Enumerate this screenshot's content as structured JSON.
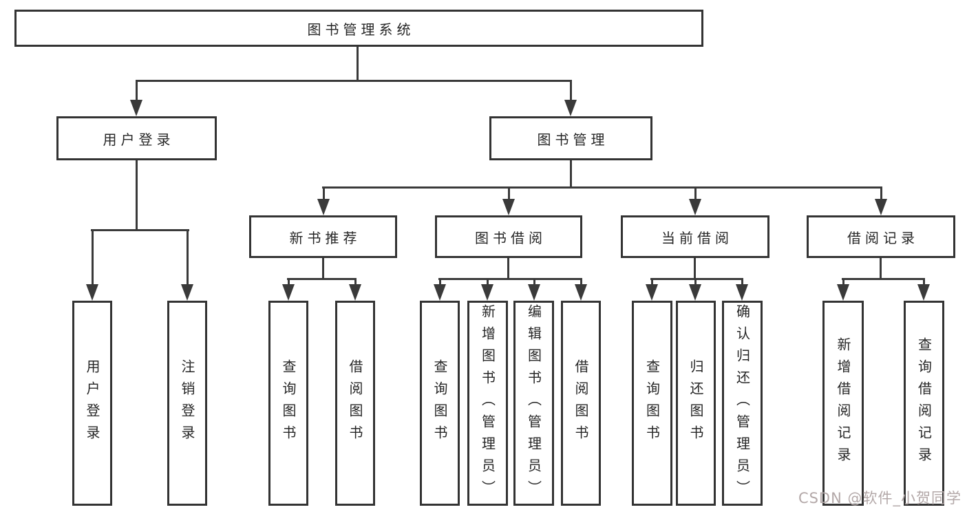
{
  "diagram": {
    "title": "图书管理系统",
    "root": {
      "label": "图书管理系统"
    },
    "branches": [
      {
        "label": "用户登录",
        "children": [
          {
            "label": "用户登录"
          },
          {
            "label": "注销登录"
          }
        ]
      },
      {
        "label": "图书管理",
        "children": [
          {
            "label": "新书推荐",
            "children": [
              {
                "label": "查询图书"
              },
              {
                "label": "借阅图书"
              }
            ]
          },
          {
            "label": "图书借阅",
            "children": [
              {
                "label": "查询图书"
              },
              {
                "label": "新增图书（管理员）"
              },
              {
                "label": "编辑图书（管理员）"
              },
              {
                "label": "借阅图书"
              }
            ]
          },
          {
            "label": "当前借阅",
            "children": [
              {
                "label": "查询图书"
              },
              {
                "label": "归还图书"
              },
              {
                "label": "确认归还（管理员）"
              }
            ]
          },
          {
            "label": "借阅记录",
            "children": [
              {
                "label": "新增借阅记录"
              },
              {
                "label": "查询借阅记录"
              }
            ]
          }
        ]
      }
    ]
  },
  "watermark": {
    "text": "CSDN @软件_小贺同学"
  },
  "colors": {
    "line": "#3a3a3a",
    "border": "#333333",
    "text": "#262626",
    "watermark": "#b3a8a8",
    "bg": "#ffffff"
  }
}
